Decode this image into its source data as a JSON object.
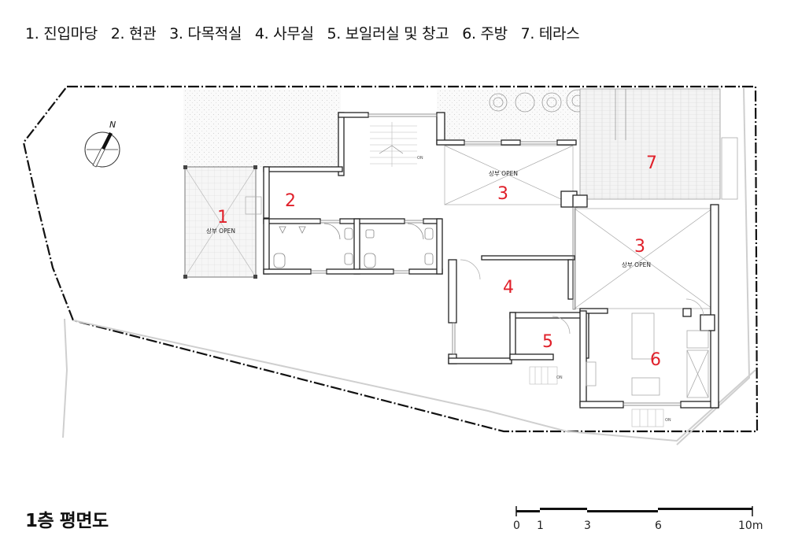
{
  "legend": [
    "1. 진입마당",
    "2. 현관",
    "3. 다목적실",
    "4. 사무실",
    "5. 보일러실 및 창고",
    "6. 주방",
    "7. 테라스"
  ],
  "plan": {
    "north_label": "N",
    "open_label": "상부 OPEN",
    "on_label": "ON",
    "rooms": {
      "r1": "1",
      "r2": "2",
      "r3a": "3",
      "r3b": "3",
      "r4": "4",
      "r5": "5",
      "r6": "6",
      "r7": "7"
    }
  },
  "title": "1층 평면도",
  "scale_bar": {
    "labels": [
      "0",
      "1",
      "3",
      "6",
      "10m"
    ]
  }
}
